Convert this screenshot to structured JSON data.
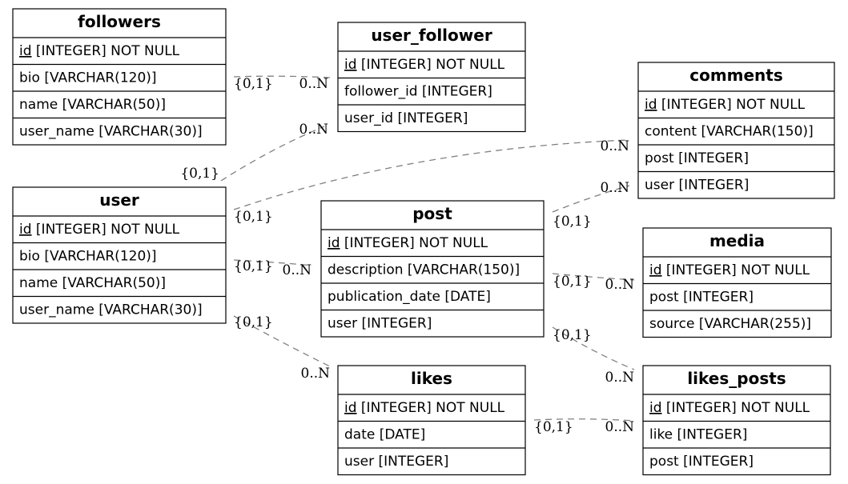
{
  "entities": {
    "followers": {
      "name": "followers",
      "pk": "id",
      "fields": [
        " [INTEGER] NOT NULL",
        "bio [VARCHAR(120)]",
        "name [VARCHAR(50)]",
        "user_name [VARCHAR(30)]"
      ]
    },
    "user_follower": {
      "name": "user_follower",
      "pk": "id",
      "fields": [
        " [INTEGER] NOT NULL",
        "follower_id [INTEGER]",
        "user_id [INTEGER]"
      ]
    },
    "comments": {
      "name": "comments",
      "pk": "id",
      "fields": [
        " [INTEGER] NOT NULL",
        "content [VARCHAR(150)]",
        "post [INTEGER]",
        "user [INTEGER]"
      ]
    },
    "user": {
      "name": "user",
      "pk": "id",
      "fields": [
        " [INTEGER] NOT NULL",
        "bio [VARCHAR(120)]",
        "name [VARCHAR(50)]",
        "user_name [VARCHAR(30)]"
      ]
    },
    "post": {
      "name": "post",
      "pk": "id",
      "fields": [
        " [INTEGER] NOT NULL",
        "description [VARCHAR(150)]",
        "publication_date [DATE]",
        "user [INTEGER]"
      ]
    },
    "media": {
      "name": "media",
      "pk": "id",
      "fields": [
        " [INTEGER] NOT NULL",
        "post [INTEGER]",
        "source [VARCHAR(255)]"
      ]
    },
    "likes": {
      "name": "likes",
      "pk": "id",
      "fields": [
        " [INTEGER] NOT NULL",
        "date [DATE]",
        "user [INTEGER]"
      ]
    },
    "likes_posts": {
      "name": "likes_posts",
      "pk": "id",
      "fields": [
        " [INTEGER] NOT NULL",
        "like [INTEGER]",
        "post [INTEGER]"
      ]
    }
  },
  "relationships": [
    {
      "from": "followers",
      "to": "user_follower",
      "from_card": "{0,1}",
      "to_card": "0..N"
    },
    {
      "from": "user",
      "to": "user_follower",
      "from_card": "{0,1}",
      "to_card": "0..N"
    },
    {
      "from": "user",
      "to": "comments",
      "from_card": "{0,1}",
      "to_card": "0..N"
    },
    {
      "from": "post",
      "to": "comments",
      "from_card": "{0,1}",
      "to_card": "0..N"
    },
    {
      "from": "user",
      "to": "post",
      "from_card": "{0,1}",
      "to_card": "0..N"
    },
    {
      "from": "post",
      "to": "media",
      "from_card": "{0,1}",
      "to_card": "0..N"
    },
    {
      "from": "user",
      "to": "likes",
      "from_card": "{0,1}",
      "to_card": "0..N"
    },
    {
      "from": "post",
      "to": "likes_posts",
      "from_card": "{0,1}",
      "to_card": "0..N"
    },
    {
      "from": "likes",
      "to": "likes_posts",
      "from_card": "{0,1}",
      "to_card": "0..N"
    }
  ]
}
